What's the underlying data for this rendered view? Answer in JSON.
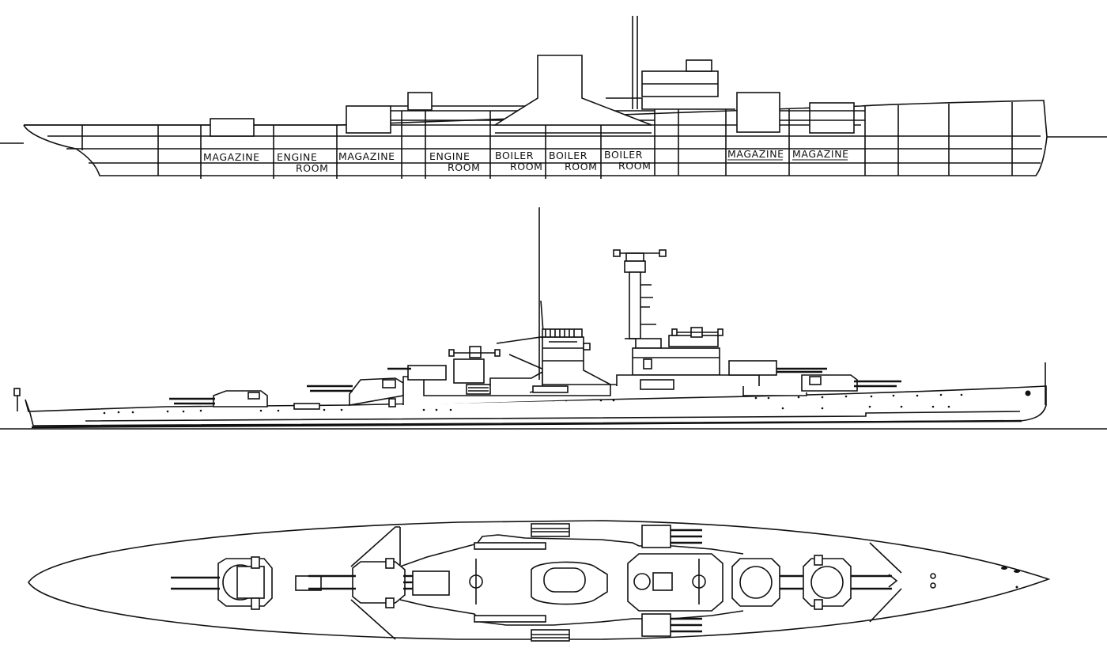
{
  "sections": {
    "magazine_1": "MAGAZINE",
    "engine_room_1_line1": "ENGINE",
    "engine_room_1_line2": "ROOM",
    "magazine_2": "MAGAZINE",
    "engine_room_2_line1": "ENGINE",
    "engine_room_2_line2": "ROOM",
    "boiler_room_1_line1": "BOILER",
    "boiler_room_1_line2": "ROOM",
    "boiler_room_2_line1": "BOILER",
    "boiler_room_2_line2": "ROOM",
    "boiler_room_3_line1": "BOILER",
    "boiler_room_3_line2": "ROOM",
    "magazine_3": "MAGAZINE",
    "magazine_4": "MAGAZINE"
  }
}
